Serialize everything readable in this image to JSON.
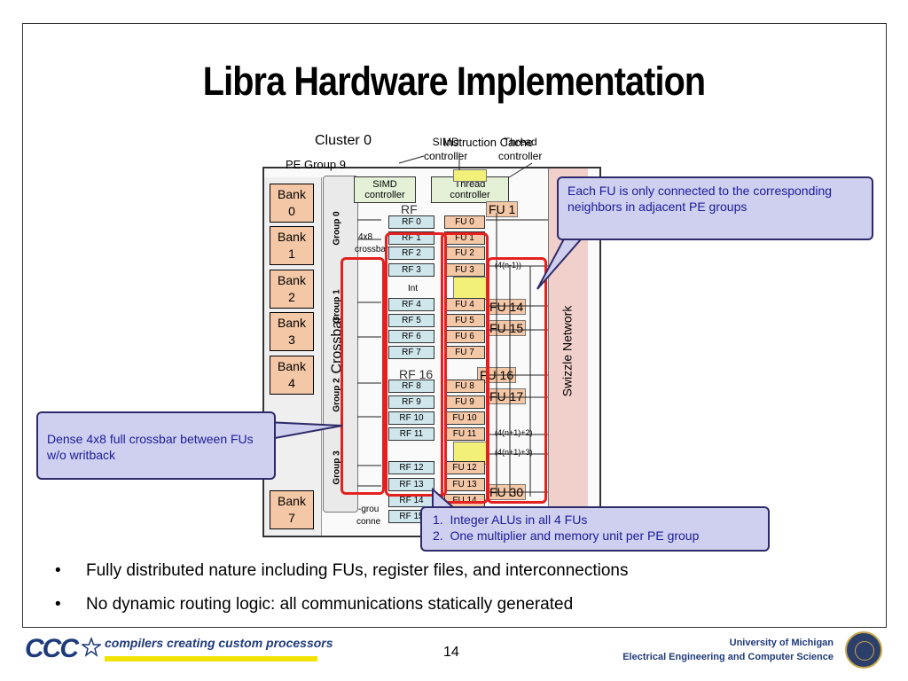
{
  "slide": {
    "title": "Libra Hardware Implementation",
    "page_number": "14"
  },
  "diagram": {
    "cluster_label": "Cluster 0",
    "pe_group_label": "PE Group 9",
    "simd_controller_top": "SIMD\ncontroller",
    "instruction_cache": "Instruction Cache",
    "thread_controller_top": "Thread\ncontroller",
    "simd_controller_box": "SIMD\ncontroller",
    "thread_controller_box": "Thread\ncontroller",
    "banks": [
      "Bank\n0",
      "Bank\n1",
      "Bank\n2",
      "Bank\n3",
      "Bank\n4",
      "Bank\n7"
    ],
    "crossbar_label": "Crossbar",
    "swizzle_label": "Swizzle Network",
    "group_labels": [
      "Group 0",
      "Group 1",
      "Group 2",
      "Group 3"
    ],
    "rf_labels": [
      "RF 0",
      "RF 1",
      "RF 2",
      "RF 3",
      "RF 4",
      "RF 5",
      "RF 6",
      "RF 7",
      "RF 8",
      "RF 9",
      "RF 10",
      "RF 11",
      "RF 12",
      "RF 13",
      "RF 14",
      "RF 15"
    ],
    "fu_labels": [
      "FU 0",
      "FU 1",
      "FU 2",
      "FU 3",
      "FU 4",
      "FU 5",
      "FU 6",
      "FU 7",
      "FU 8",
      "FU 9",
      "FU 10",
      "FU 11",
      "FU 12",
      "FU 13",
      "FU 14"
    ],
    "bg_rf_labels": [
      "RF",
      "RF 16"
    ],
    "bg_fu_labels": [
      "FU 1",
      "FU 14",
      "FU 15",
      "FU 16",
      "FU 17",
      "FU 30"
    ],
    "int_label": "Int",
    "misc_labels": [
      "4x8",
      "crossbar",
      "-grou",
      "conne",
      "(4(n-1))",
      "(4(n+1)+2)",
      "(4(n+1)+3)"
    ]
  },
  "callouts": {
    "neighbors": "Each FU is only connected to the corresponding neighbors in adjacent PE groups",
    "crossbar": "Dense 4x8 full crossbar between FUs w/o writback",
    "alus": [
      "Integer ALUs in all 4 FUs",
      "One multiplier and memory unit per PE group"
    ]
  },
  "bullets": [
    "Fully distributed nature including FUs, register files, and interconnections",
    "No dynamic routing logic: all communications statically generated"
  ],
  "footer": {
    "logo_text": "CCC",
    "tagline": "compilers creating custom processors",
    "university": "University of Michigan",
    "department": "Electrical Engineering and Computer Science"
  },
  "colors": {
    "callout_fill": "#cfd0ef",
    "callout_text": "#1a1a9a",
    "highlight_red": "#e52020",
    "bank_fill": "#f4c7a6",
    "rf_fill": "#cfe6ec",
    "tagline_underline": "#f2e200"
  }
}
